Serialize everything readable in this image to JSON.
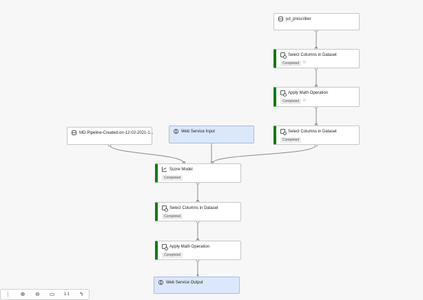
{
  "pipeline": {
    "nodes": {
      "pd_prescriber": {
        "title": "pd_prescriber"
      },
      "select_top": {
        "title": "Select Columns in Dataset",
        "status": "Completed"
      },
      "apply_top": {
        "title": "Apply Math Operation",
        "status": "Completed"
      },
      "select_mid": {
        "title": "Select Columns in Dataset",
        "status": "Completed"
      },
      "md_pipeline": {
        "title": "MD-Pipeline-Created-on-12-02-2021-1..."
      },
      "web_input": {
        "title": "Web Service Input"
      },
      "score_model": {
        "title": "Score Model",
        "status": "Completed"
      },
      "select_bottom": {
        "title": "Select Columns in Dataset",
        "status": "Completed"
      },
      "apply_bottom": {
        "title": "Apply Math Operation",
        "status": "Completed"
      },
      "web_output": {
        "title": "Web Service Output"
      }
    }
  },
  "toolbar": {
    "items": [
      {
        "icon": "dotted-handle-icon",
        "glyph": "⋮"
      },
      {
        "icon": "zoom-in-icon",
        "glyph": "⊕"
      },
      {
        "icon": "zoom-out-icon",
        "glyph": "⊖"
      },
      {
        "icon": "fit-to-screen-icon",
        "glyph": "▭"
      },
      {
        "icon": "actual-size-icon",
        "glyph": "1:1"
      },
      {
        "icon": "interactive-mode-icon",
        "glyph": "ϟ"
      }
    ]
  },
  "colors": {
    "completed_bar": "#107c10",
    "service_fill": "#dbe7fb",
    "edge": "#8a8a8a"
  }
}
